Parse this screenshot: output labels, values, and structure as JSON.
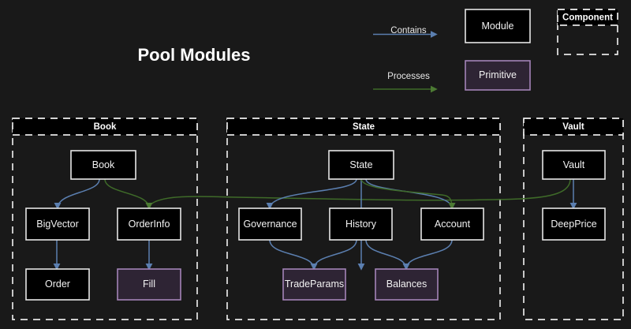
{
  "page": {
    "title": "Pool Modules",
    "background_color": "#191919"
  },
  "legend": {
    "edges": [
      {
        "name": "contains",
        "label": "Contains",
        "color": "#5b7fb0"
      },
      {
        "name": "processes",
        "label": "Processes",
        "color": "#3f6b29"
      }
    ],
    "shapes": [
      {
        "name": "module",
        "label": "Module",
        "fill": "#000000",
        "stroke": "#e6e6e6"
      },
      {
        "name": "primitive",
        "label": "Primitive",
        "fill": "#2e2434",
        "stroke": "#a383b8"
      },
      {
        "name": "component",
        "label": "Component",
        "fill": "none",
        "stroke": "#e6e6e6",
        "dashed": true
      }
    ]
  },
  "groups": [
    {
      "id": "book",
      "label": "Book",
      "nodes": [
        {
          "id": "book_node",
          "label": "Book",
          "kind": "module"
        },
        {
          "id": "bigvector",
          "label": "BigVector",
          "kind": "module"
        },
        {
          "id": "orderinfo",
          "label": "OrderInfo",
          "kind": "module"
        },
        {
          "id": "order",
          "label": "Order",
          "kind": "module"
        },
        {
          "id": "fill",
          "label": "Fill",
          "kind": "primitive"
        }
      ]
    },
    {
      "id": "state",
      "label": "State",
      "nodes": [
        {
          "id": "state_node",
          "label": "State",
          "kind": "module"
        },
        {
          "id": "governance",
          "label": "Governance",
          "kind": "module"
        },
        {
          "id": "history",
          "label": "History",
          "kind": "module"
        },
        {
          "id": "account",
          "label": "Account",
          "kind": "module"
        },
        {
          "id": "tradeparams",
          "label": "TradeParams",
          "kind": "primitive"
        },
        {
          "id": "balances",
          "label": "Balances",
          "kind": "primitive"
        }
      ]
    },
    {
      "id": "vault",
      "label": "Vault",
      "nodes": [
        {
          "id": "vault_node",
          "label": "Vault",
          "kind": "module"
        },
        {
          "id": "deepprice",
          "label": "DeepPrice",
          "kind": "module"
        }
      ]
    }
  ],
  "edges": [
    {
      "from": "book_node",
      "to": "bigvector",
      "type": "contains"
    },
    {
      "from": "bigvector",
      "to": "order",
      "type": "contains"
    },
    {
      "from": "orderinfo",
      "to": "fill",
      "type": "contains"
    },
    {
      "from": "state_node",
      "to": "governance",
      "type": "contains"
    },
    {
      "from": "state_node",
      "to": "history",
      "type": "contains"
    },
    {
      "from": "state_node",
      "to": "account",
      "type": "contains"
    },
    {
      "from": "governance",
      "to": "tradeparams",
      "type": "contains"
    },
    {
      "from": "history",
      "to": "tradeparams",
      "type": "contains"
    },
    {
      "from": "history",
      "to": "balances",
      "type": "contains"
    },
    {
      "from": "account",
      "to": "balances",
      "type": "contains"
    },
    {
      "from": "vault_node",
      "to": "deepprice",
      "type": "contains"
    },
    {
      "from": "book_node",
      "to": "orderinfo",
      "type": "processes"
    },
    {
      "from": "state_node",
      "to": "account",
      "type": "processes"
    },
    {
      "from": "vault_node",
      "to": "orderinfo",
      "type": "processes"
    }
  ]
}
